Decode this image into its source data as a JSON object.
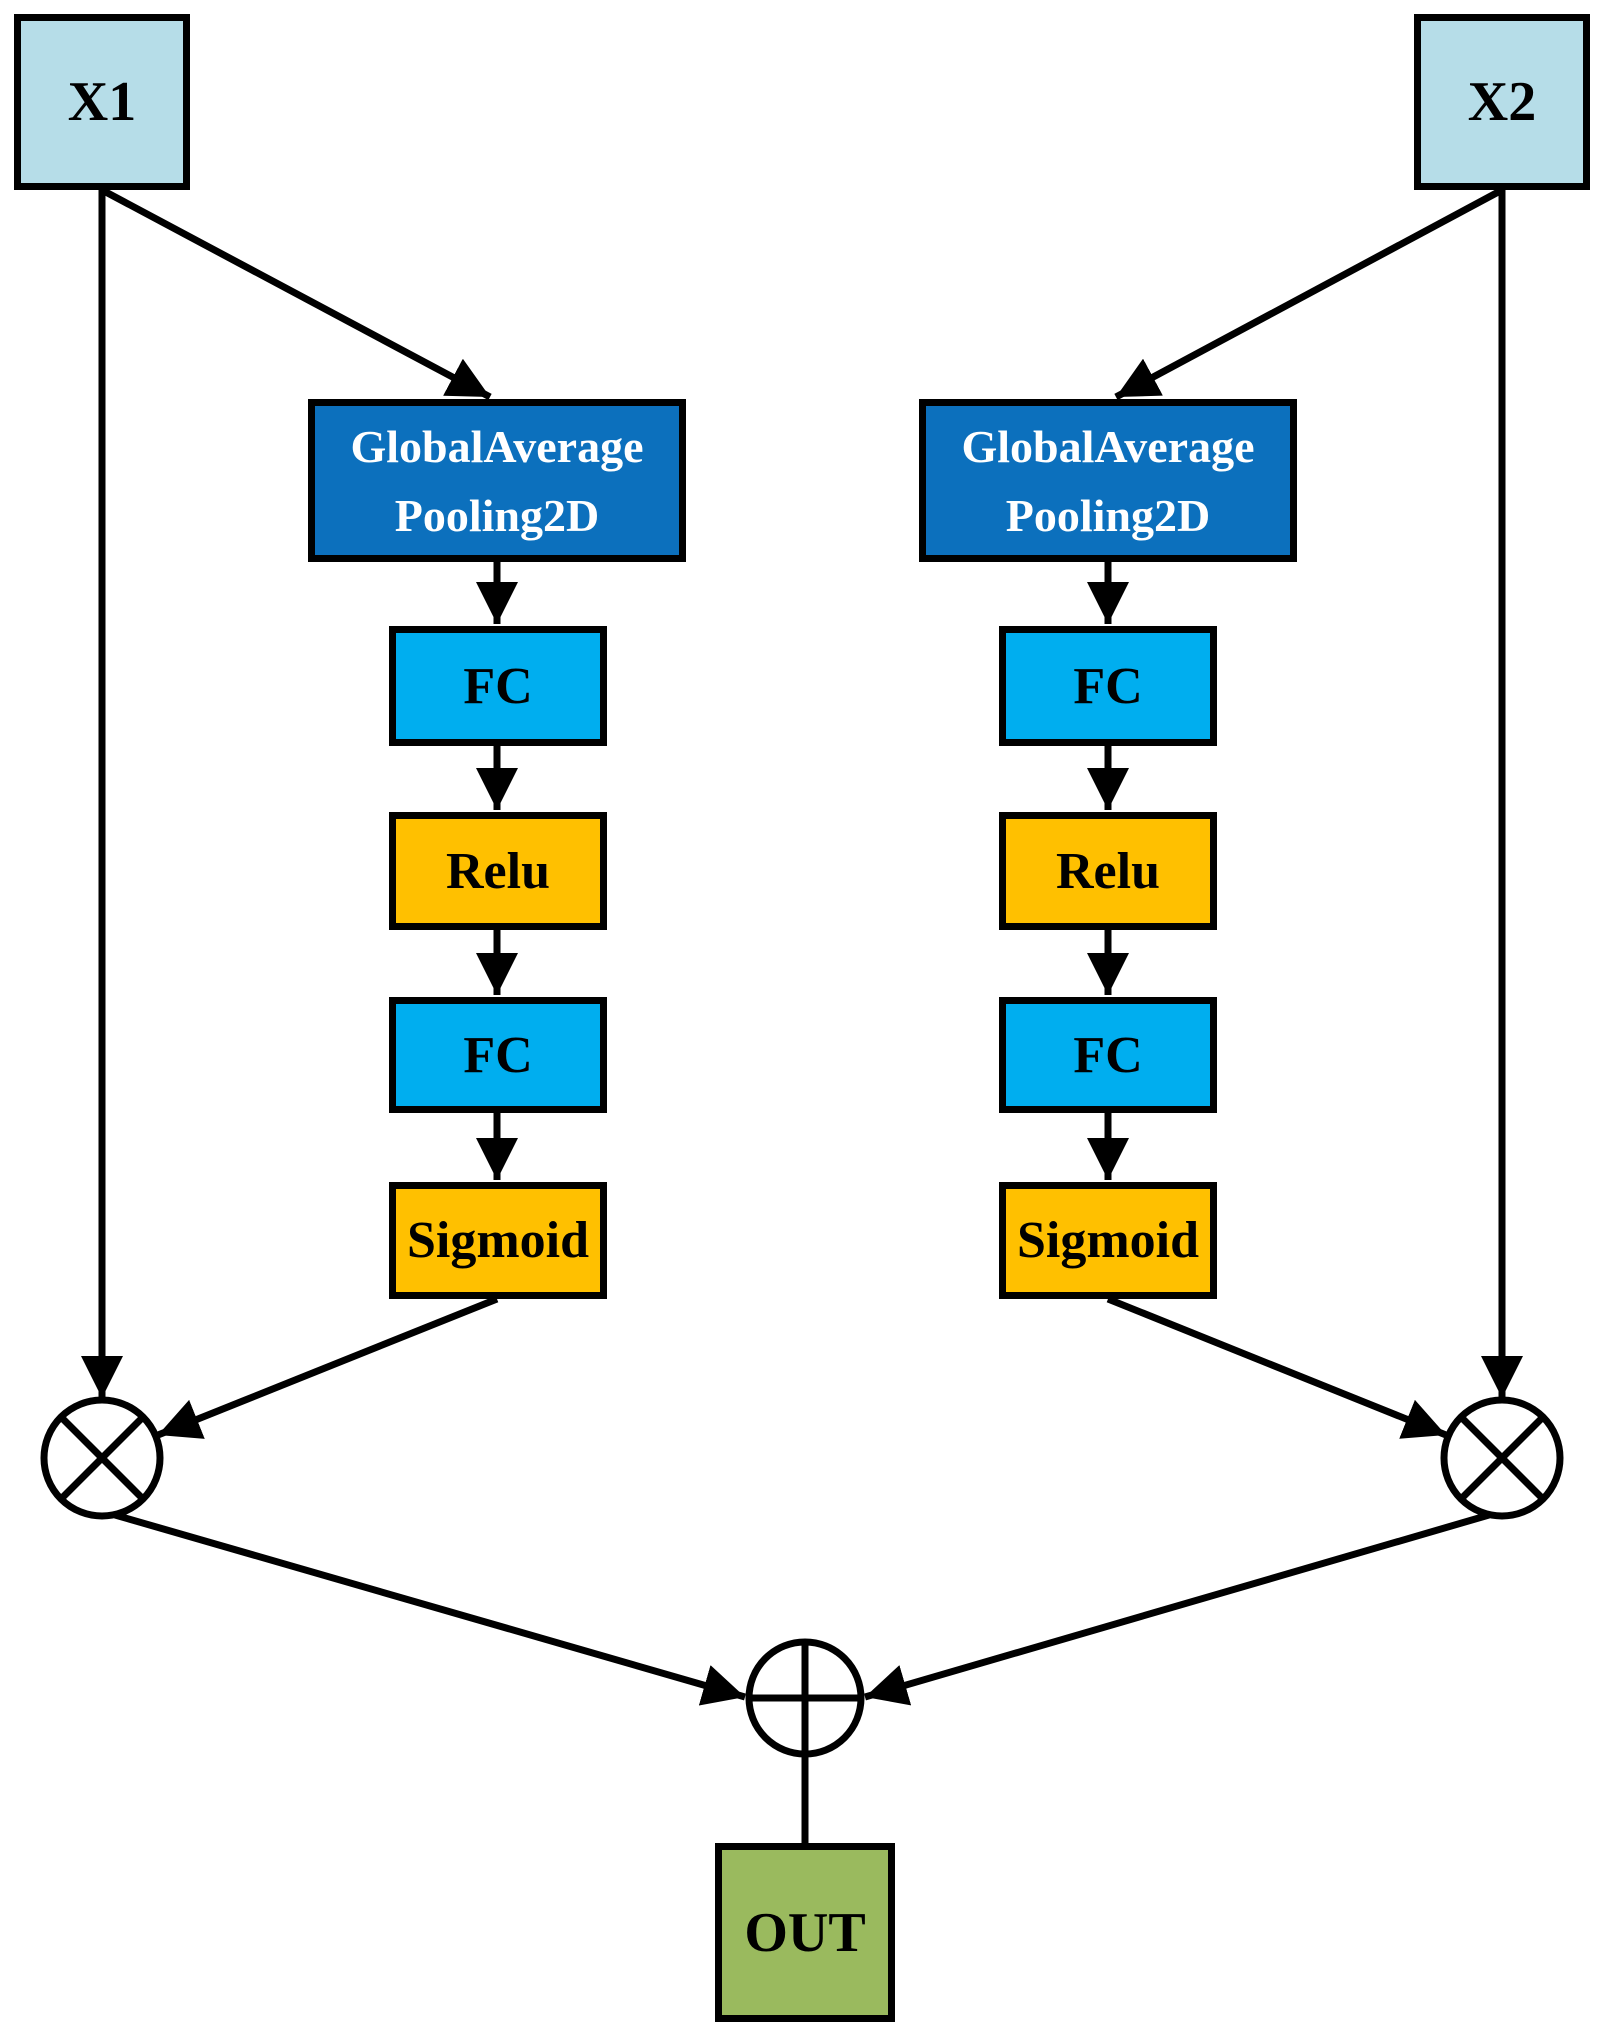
{
  "diagram": {
    "description": "Dual-branch squeeze-and-excitation style attention fusion block diagram",
    "colors": {
      "input_fill": "#b6dde8",
      "pool_fill": "#0c70bd",
      "pool_text": "#ffffff",
      "fc_fill": "#00aeef",
      "activation_fill": "#ffc000",
      "out_fill": "#9aba5e",
      "stroke": "#000000",
      "background": "#ffffff"
    },
    "nodes": {
      "x1": {
        "label": "X1"
      },
      "x2": {
        "label": "X2"
      },
      "gap_left": {
        "line1": "GlobalAverage",
        "line2": "Pooling2D"
      },
      "gap_right": {
        "line1": "GlobalAverage",
        "line2": "Pooling2D"
      },
      "fc1_left": {
        "label": "FC"
      },
      "relu_left": {
        "label": "Relu"
      },
      "fc2_left": {
        "label": "FC"
      },
      "sigmoid_left": {
        "label": "Sigmoid"
      },
      "fc1_right": {
        "label": "FC"
      },
      "relu_right": {
        "label": "Relu"
      },
      "fc2_right": {
        "label": "FC"
      },
      "sigmoid_right": {
        "label": "Sigmoid"
      },
      "out": {
        "label": "OUT"
      }
    },
    "operators": {
      "multiply_left": "circle-times-icon",
      "multiply_right": "circle-times-icon",
      "add": "circle-plus-icon"
    }
  }
}
